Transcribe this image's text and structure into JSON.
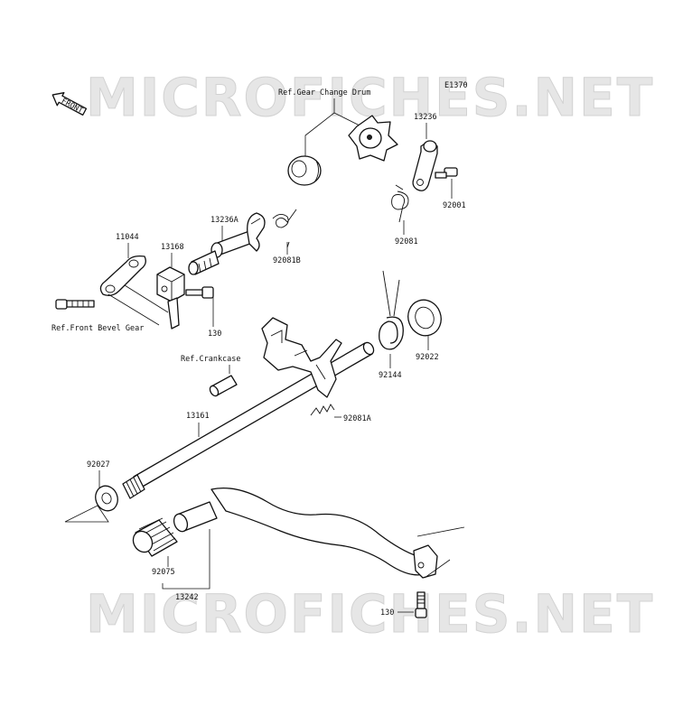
{
  "diagram": {
    "code": "E1370",
    "watermark": "MICROFICHES.NET",
    "front_label": "FRONT",
    "references": {
      "gear_change_drum": "Ref.Gear Change Drum",
      "front_bevel_gear": "Ref.Front Bevel Gear",
      "crankcase": "Ref.Crankcase"
    },
    "parts": {
      "p13236": "13236",
      "p92001": "92001",
      "p92081": "92081",
      "p13236A": "13236A",
      "p92081B": "92081B",
      "p11044": "11044",
      "p13168": "13168",
      "p130a": "130",
      "p92144": "92144",
      "p92022": "92022",
      "p92081A": "92081A",
      "p13161": "13161",
      "p92027": "92027",
      "p92075": "92075",
      "p13242": "13242",
      "p130b": "130"
    }
  }
}
